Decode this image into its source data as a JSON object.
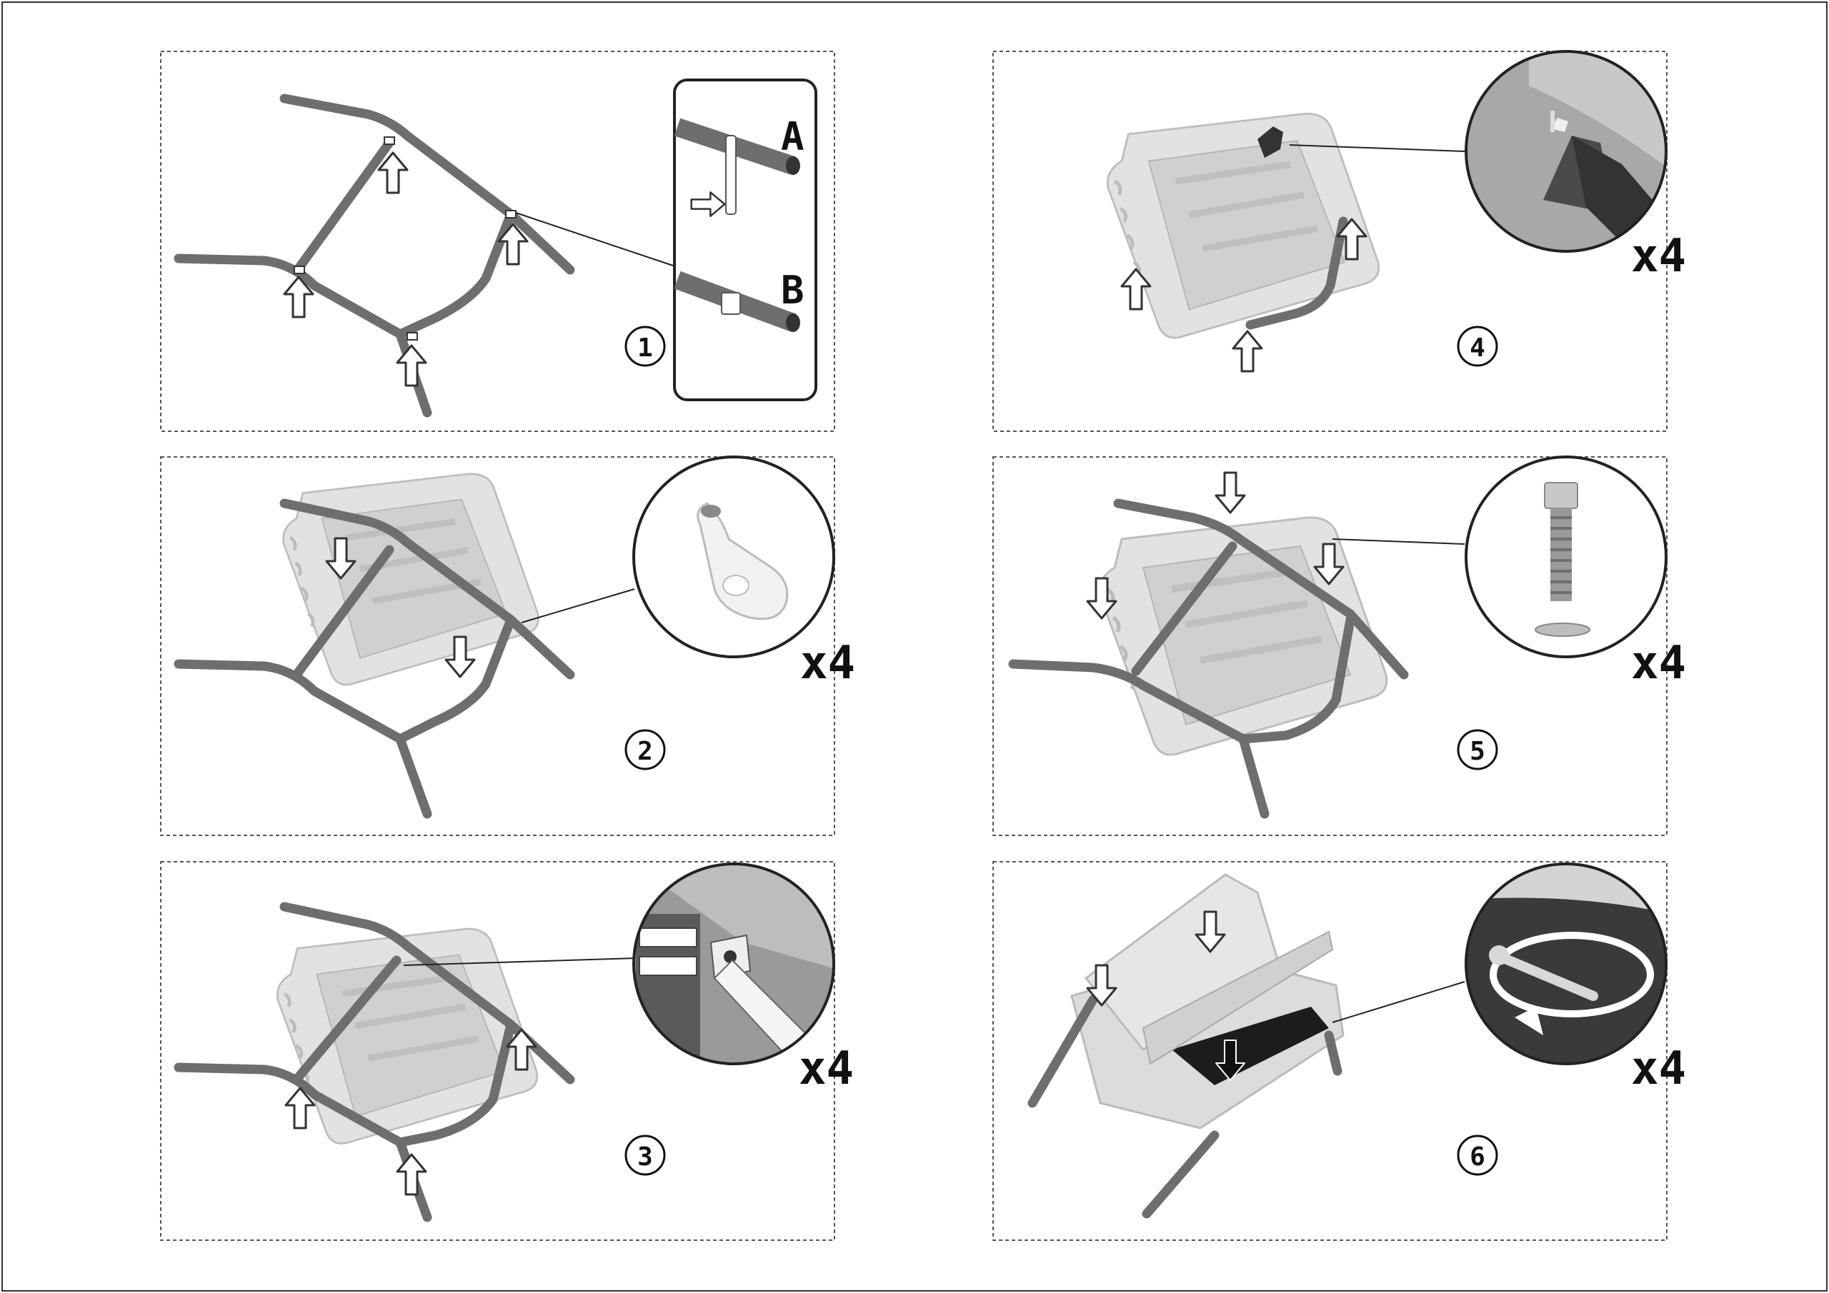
{
  "steps": [
    {
      "number": "1",
      "inset": {
        "type": "clip-detail",
        "labels": [
          "A",
          "B"
        ]
      }
    },
    {
      "number": "2",
      "inset": {
        "type": "bracket-closeup",
        "multiplier": "x4"
      }
    },
    {
      "number": "3",
      "inset": {
        "type": "bracket-screw-closeup",
        "multiplier": "x4"
      }
    },
    {
      "number": "4",
      "inset": {
        "type": "drill-closeup",
        "multiplier": "x4"
      }
    },
    {
      "number": "5",
      "inset": {
        "type": "bolt-washer-closeup",
        "multiplier": "x4"
      }
    },
    {
      "number": "6",
      "inset": {
        "type": "wrench-rotate-closeup",
        "multiplier": "x4"
      }
    }
  ],
  "colors": {
    "tube": "#6e6e6e",
    "seat": "#e4e4e4",
    "seat_shadow": "#c4c4c4",
    "outline": "#222222",
    "dark_bg": "#3a3a3a"
  }
}
